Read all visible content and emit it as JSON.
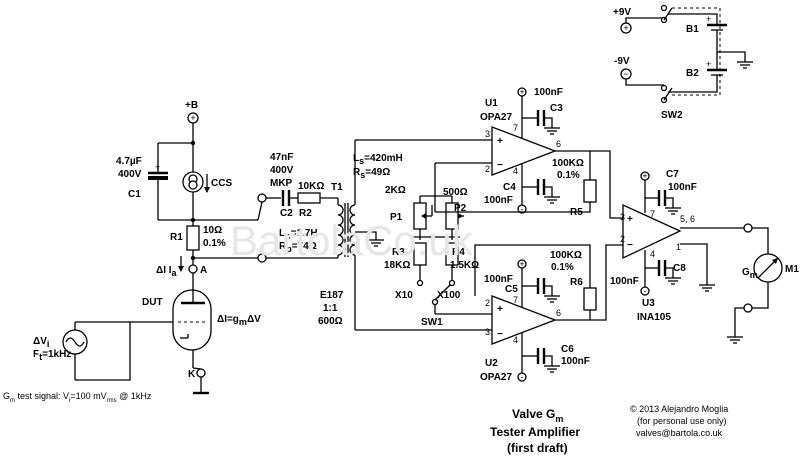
{
  "rails": {
    "pos": "+9V",
    "neg": "-9V",
    "b_plus": "+B"
  },
  "batteries": {
    "b1": "B1",
    "b2": "B2",
    "switch": "SW2"
  },
  "input_stage": {
    "c1_value_1": "4.7µF",
    "c1_value_2": "400V",
    "c1": "C1",
    "ccs": "CCS",
    "r1": "R1",
    "r1_value_1": "10Ω",
    "r1_value_2": "0.1%",
    "delta_i": "ΔI",
    "ia": "I",
    "ia_sub": "a",
    "node_a": "A",
    "dut": "DUT",
    "gm_eq_1": "ΔI=g",
    "gm_eq_sub": "m",
    "gm_eq_2": "ΔV",
    "delta_v": "ΔV",
    "delta_v_sub": "i",
    "ft": "F",
    "ft_sub": "t",
    "ft_value": "=1kHz",
    "node_k": "K"
  },
  "coupling": {
    "c2_value_1": "47nF",
    "c2_value_2": "400V",
    "c2_value_3": "MKP",
    "c2": "C2",
    "r2_value": "10KΩ",
    "r2": "R2",
    "lp_1": "L",
    "lp_sub": "p",
    "lp_2": "=1.7H",
    "rp_1": "R",
    "rp_sub": "p",
    "rp_2": "=74Ω",
    "t1": "T1",
    "ls_1": "L",
    "ls_sub": "s",
    "ls_2": "=420mH",
    "rs_1": "R",
    "rs_sub": "s",
    "rs_2": "=49Ω",
    "transformer_1": "E187",
    "transformer_2": "1:1",
    "transformer_3": "600Ω"
  },
  "gain_network": {
    "p1_value": "2KΩ",
    "p1": "P1",
    "p2_value": "500Ω",
    "p2": "P2",
    "r3": "R3",
    "r3_value": "18KΩ",
    "r4": "R4",
    "r4_value": "1.5KΩ",
    "x10": "X10",
    "x100": "X100",
    "sw1": "SW1"
  },
  "opamps": {
    "u1": "U1",
    "u1_part": "OPA27",
    "u2": "U2",
    "u2_part": "OPA27",
    "u3": "U3",
    "u3_part": "INA105",
    "c3_value": "100nF",
    "c3": "C3",
    "c4": "C4",
    "c4_value": "100nF",
    "c5_value": "100nF",
    "c5": "C5",
    "c6": "C6",
    "c6_value": "100nF",
    "c7": "C7",
    "c7_value": "100nF",
    "c8": "C8",
    "c8_value": "100nF",
    "r5": "R5",
    "r5_value_1": "100KΩ",
    "r5_value_2": "0.1%",
    "r6": "R6",
    "r6_value_1": "100KΩ",
    "r6_value_2": "0.1%",
    "pins": {
      "p3": "3",
      "p7": "7",
      "p6": "6",
      "p2": "2",
      "p4": "4",
      "p56": "5, 6",
      "p1": "1"
    }
  },
  "meter": {
    "gm": "G",
    "gm_sub": "m",
    "m1": "M1"
  },
  "test_signal": {
    "prefix": "G",
    "prefix_sub": "m",
    "text_1": " test signal: V",
    "v_sub": "i",
    "text_2": "=100 mV",
    "rms_sub": "rms",
    "text_3": " @ 1kHz"
  },
  "title": {
    "line1": "Valve G",
    "line1_sub": "m",
    "line2": "Tester Amplifier",
    "line3": "(first draft)"
  },
  "credits": {
    "line1": "© 2013 Alejandro Moglia",
    "line2": "(for personal use only)",
    "line3": "valves@bartola.co.uk"
  },
  "watermark": "BartolaCo.uk",
  "symbols": {
    "plus": "+",
    "minus": "−",
    "minus_hyphen": "-"
  }
}
